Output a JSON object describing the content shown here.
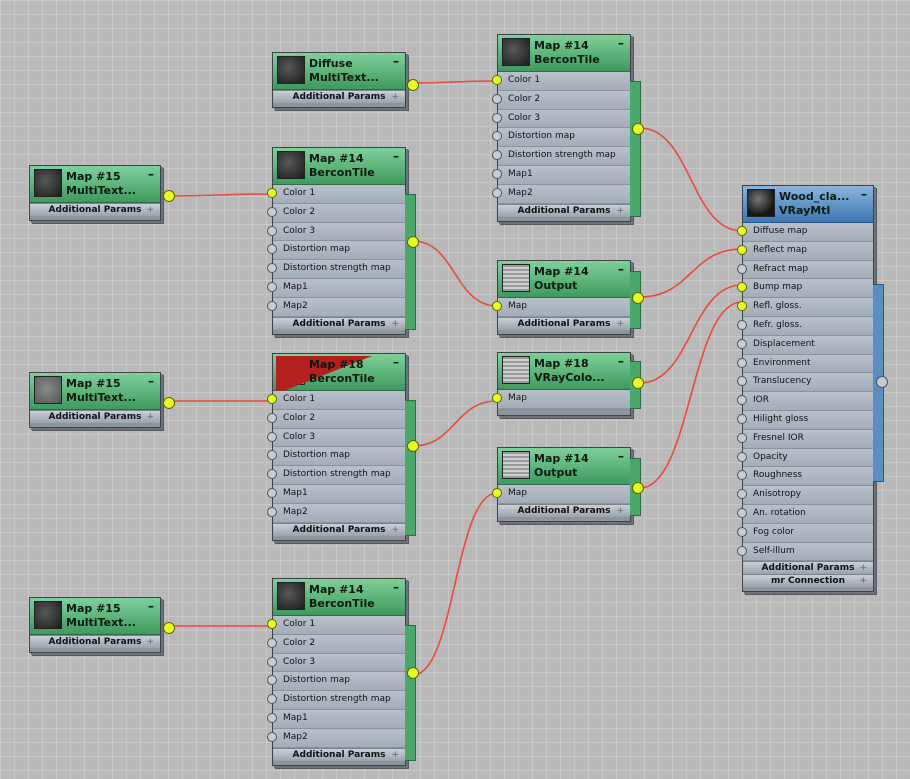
{
  "common": {
    "additional_params": "Additional Params",
    "mr_connection": "mr Connection",
    "plus": "+",
    "minus": "–"
  },
  "nodes": {
    "diffuse_multitex": {
      "title1": "Diffuse",
      "title2": "MultiText..."
    },
    "berco_top": {
      "title1": "Map #14",
      "title2": "BerconTile",
      "slots": [
        "Color 1",
        "Color 2",
        "Color 3",
        "Distortion map",
        "Distortion strength map",
        "Map1",
        "Map2"
      ]
    },
    "multi_a": {
      "title1": "Map #15",
      "title2": "MultiText..."
    },
    "berco_a": {
      "title1": "Map #14",
      "title2": "BerconTile",
      "slots": [
        "Color 1",
        "Color 2",
        "Color 3",
        "Distortion map",
        "Distortion strength map",
        "Map1",
        "Map2"
      ]
    },
    "output_a": {
      "title1": "Map #14",
      "title2": "Output",
      "slots": [
        "Map"
      ]
    },
    "multi_b": {
      "title1": "Map #15",
      "title2": "MultiText..."
    },
    "berco_b": {
      "title1": "Map #18",
      "title2": "BerconTile",
      "slots": [
        "Color 1",
        "Color 2",
        "Color 3",
        "Distortion map",
        "Distortion strength map",
        "Map1",
        "Map2"
      ]
    },
    "vraycolor": {
      "title1": "Map #18",
      "title2": "VRayColo...",
      "slots": [
        "Map"
      ]
    },
    "output_b": {
      "title1": "Map #14",
      "title2": "Output",
      "slots": [
        "Map"
      ]
    },
    "multi_c": {
      "title1": "Map #15",
      "title2": "MultiText..."
    },
    "berco_c": {
      "title1": "Map #14",
      "title2": "BerconTile",
      "slots": [
        "Color 1",
        "Color 2",
        "Color 3",
        "Distortion map",
        "Distortion strength map",
        "Map1",
        "Map2"
      ]
    },
    "vraymtl": {
      "title1": "Wood_cla...",
      "title2": "VRayMtl",
      "slots": [
        "Diffuse map",
        "Reflect map",
        "Refract map",
        "Bump map",
        "Refl. gloss.",
        "Refr. gloss.",
        "Displacement",
        "Environment",
        "Translucency",
        "IOR",
        "Hilight gloss",
        "Fresnel IOR",
        "Opacity",
        "Roughness",
        "Anisotropy",
        "An. rotation",
        "Fog color",
        "Self-illum"
      ]
    }
  },
  "colors": {
    "wire": "#e84a3c",
    "socket_active": "#e6ff24",
    "header_green": "#4fae70",
    "header_blue": "#4f88c2"
  }
}
